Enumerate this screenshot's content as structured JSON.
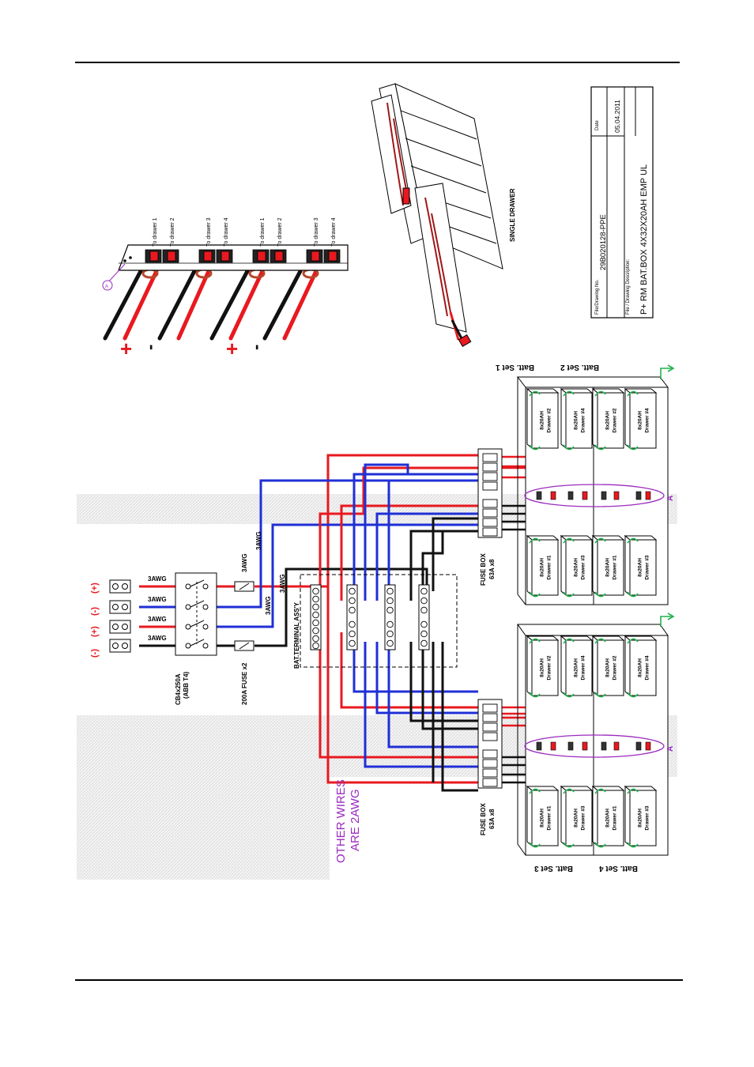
{
  "colors": {
    "positive": "#e8191f",
    "negative": "#111111",
    "wire_blue": "#1f2fd6",
    "purple": "#9b2bbf",
    "green": "#22b14c",
    "hatch": "#e6e6e6"
  },
  "title_block": {
    "file_label": "File/Drawing No.",
    "file_no": "29B020128-PPE",
    "date_label": "Date",
    "date": "05.04.2011",
    "desc_label": "File / Drawing Description:",
    "desc": "P+ RM BAT.BOX 4X32X20AH EMP UL"
  },
  "detail": {
    "plus": "+",
    "minus": "-",
    "marker": "A",
    "to_drawers": [
      "To drawer 1",
      "To drawer 2",
      "To drawer 3",
      "To drawer 4",
      "To drawer 1",
      "To drawer 2",
      "To drawer 3",
      "To drawer 4"
    ],
    "single_drawer": "SINGLE DRAWER"
  },
  "inputs": {
    "polarity_labels": [
      "(-)",
      "(+)",
      "(-)",
      "(+)"
    ],
    "wire_gauge": "3AWG",
    "breaker": "CB4x250A",
    "breaker_make": "(ABB T4)",
    "fuse": "200A FUSE x2",
    "terminal": "BAT.TERMINAL ASS'Y",
    "other_wires_line1": "OTHER WIRES",
    "other_wires_line2": "ARE 2AWG"
  },
  "fuse_box": {
    "line1": "FUSE BOX",
    "line2": "63A x8"
  },
  "sets": [
    "Batt. Set 1",
    "Batt. Set 2",
    "Batt. Set 3",
    "Batt. Set 4"
  ],
  "marker_a": "A",
  "drawer": {
    "capacity": "8x20AH",
    "names": [
      "Drawer #1",
      "Drawer #2",
      "Drawer #3",
      "Drawer #4"
    ]
  }
}
